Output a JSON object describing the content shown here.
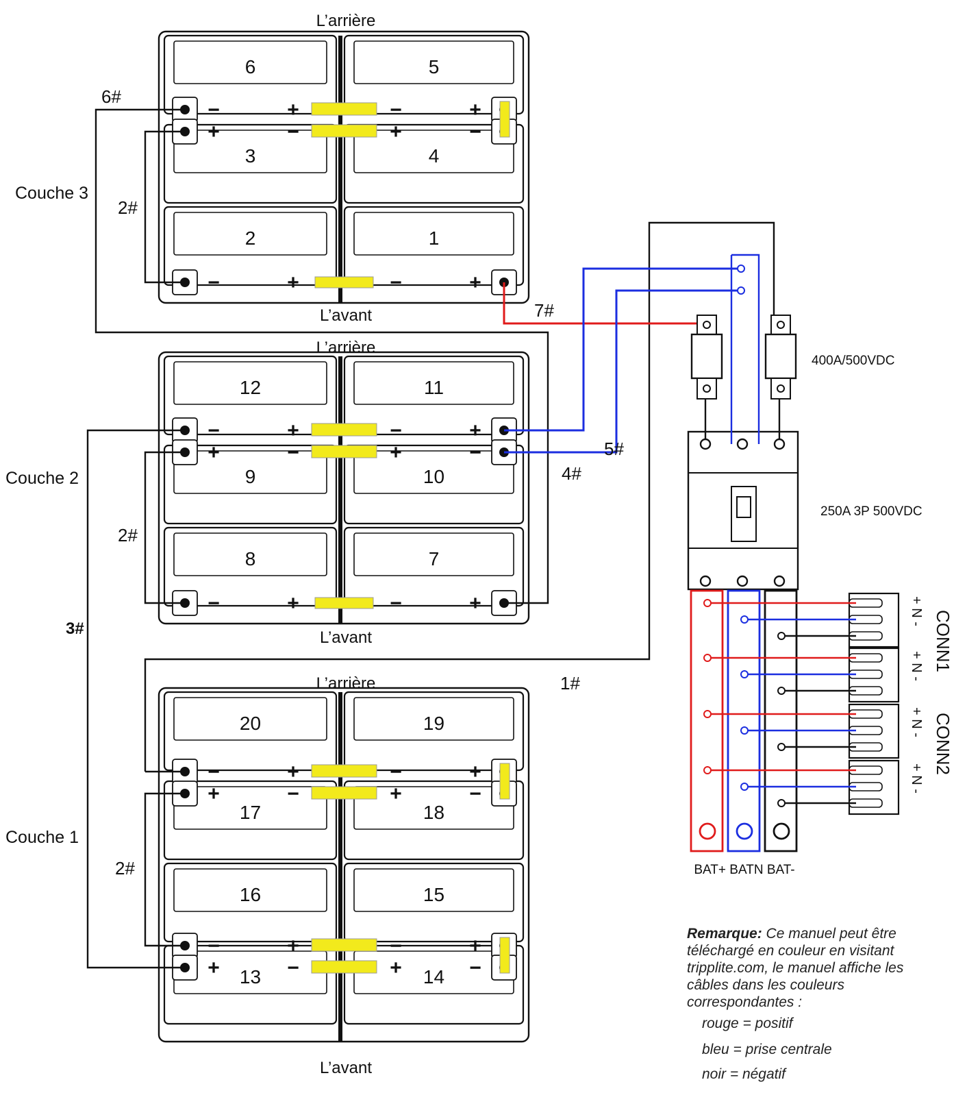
{
  "labels": {
    "back": "L’arrière",
    "front": "L’avant"
  },
  "layers": [
    {
      "name": "Couche 3",
      "cells": [
        "6",
        "5",
        "3",
        "4",
        "2",
        "1"
      ]
    },
    {
      "name": "Couche 2",
      "cells": [
        "12",
        "11",
        "9",
        "10",
        "8",
        "7"
      ]
    },
    {
      "name": "Couche 1",
      "cells": [
        "20",
        "19",
        "17",
        "18",
        "16",
        "15",
        "13",
        "14"
      ]
    }
  ],
  "cables": {
    "c1": "1#",
    "c2": "2#",
    "c3": "3#",
    "c4": "4#",
    "c5": "5#",
    "c6": "6#",
    "c7": "7#"
  },
  "fuse_rating": "400A/500VDC",
  "breaker_rating": "250A 3P 500VDC",
  "bus_labels": "BAT+ BATN BAT-",
  "connectors": {
    "conn1": "CONN1",
    "conn2": "CONN2",
    "pin_labels": "+ N -"
  },
  "remark": {
    "title": "Remarque:",
    "body": "Ce manuel peut être téléchargé en couleur en visitant tripplite.com, le manuel affiche les câbles dans les couleurs correspondantes :",
    "legend": [
      "rouge = positif",
      "bleu = prise centrale",
      "noir = négatif"
    ]
  },
  "colors": {
    "positive": "#e01b1b",
    "center": "#1b2ee0",
    "negative": "#111111",
    "link": "#f2ea1c"
  }
}
